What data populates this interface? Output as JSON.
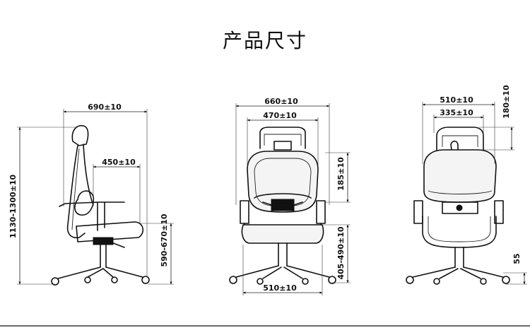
{
  "title": "产品尺寸",
  "views": {
    "side": {
      "overall_depth": "690±10",
      "height_range": "1130-1300±10",
      "seat_depth": "450±10",
      "seat_height": "590-670±10"
    },
    "front": {
      "overall_width": "660±10",
      "back_width": "470±10",
      "armrest_adjust": "185±10",
      "seat_height": "405-490±10",
      "seat_width": "510±10"
    },
    "back": {
      "back_width": "510±10",
      "headrest_width": "335±10",
      "headrest_adjust": "180±10",
      "base_clearance": "55"
    }
  }
}
